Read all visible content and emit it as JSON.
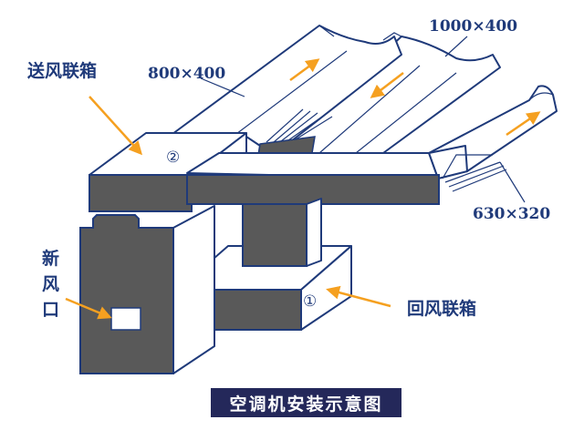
{
  "labels": {
    "supply_box": "送风联箱",
    "return_box": "回风联箱",
    "fresh_air_1": "新",
    "fresh_air_2": "风",
    "fresh_air_3": "口",
    "dim_supply_duct": "800×400",
    "dim_return_duct": "1000×400",
    "dim_right_duct": "630×320",
    "marker_return": "①",
    "marker_supply": "②"
  },
  "caption": "空调机安装示意图",
  "colors": {
    "outline": "#1f3a7a",
    "dark_fill": "#595959",
    "arrow": "#f5a020",
    "caption_bg": "#24285a"
  }
}
